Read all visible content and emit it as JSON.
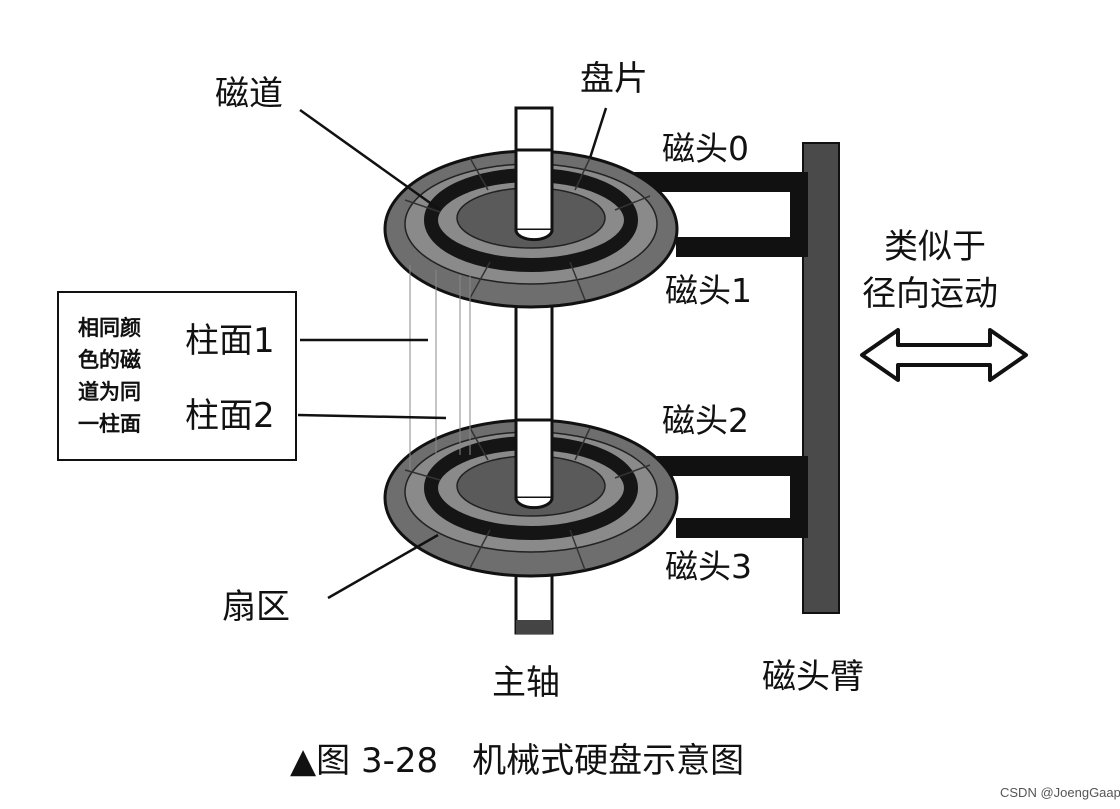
{
  "labels": {
    "track": "磁道",
    "platter": "盘片",
    "head0": "磁头0",
    "head1": "磁头1",
    "head2": "磁头2",
    "head3": "磁头3",
    "radial_line1": "类似于",
    "radial_line2": "径向运动",
    "cylinder1": "柱面1",
    "cylinder2": "柱面2",
    "sector": "扇区",
    "spindle": "主轴",
    "head_arm": "磁头臂"
  },
  "legend_box": {
    "lines": [
      "相同颜",
      "色的磁",
      "道为同",
      "一柱面"
    ]
  },
  "caption": "▲图 3-28　机械式硬盘示意图",
  "watermark": "CSDN @JoengGaap",
  "colors": {
    "ink": "#111111",
    "platter_outer": "#6e6e6e",
    "platter_mid": "#8a8a8a",
    "platter_inner": "#5a5a5a",
    "track_dark": "#151515",
    "arm": "#4a4a4a"
  }
}
